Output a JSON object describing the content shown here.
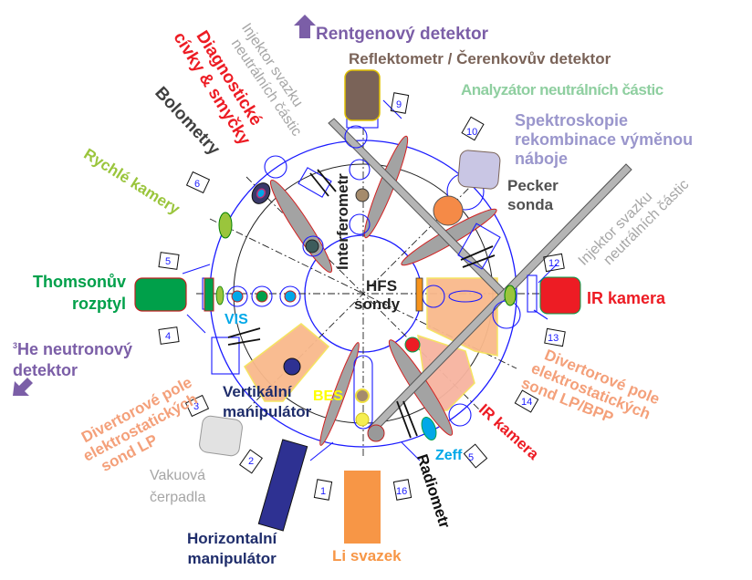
{
  "diagram": {
    "title": "Tokamak port diagnostics layout",
    "labels": {
      "rentgen": "Rentgenový detektor",
      "reflektometr": "Reflektometr / Čerenkovův detektor",
      "analyzator": "Analyzátor neutrálních částic",
      "spektroskopie_1": "Spektroskopie",
      "spektroskopie_2": "rekombinace výměnou",
      "spektroskopie_3": "náboje",
      "pecker_1": "Pecker",
      "pecker_2": "sonda",
      "injektor_top_1": "Injektor svazku",
      "injektor_top_2": "neutrálních částic",
      "injektor_right_1": "Injektor svazku",
      "injektor_right_2": "neutrálních částic",
      "diagnosticke_1": "Diagnostické",
      "diagnosticke_2": "cívky & smyčky",
      "bolometry": "Bolometry",
      "rychle_kamery": "Rychlé kamery",
      "thomson_1": "Thomsonův",
      "thomson_2": "rozptyl",
      "vis": "VIS",
      "he_sup": "3",
      "he_1": "He neutronový",
      "he_2": "detektor",
      "divertor_lp_1": "Divertorové pole",
      "divertor_lp_2": "elektrostatických",
      "divertor_lp_3": "sond LP",
      "vakuova_1": "Vakuová",
      "vakuova_2": "čerpadla",
      "vertikalni_1": "Vertikální",
      "vertikalni_2": "manipulátor",
      "bes": "BES",
      "horizontalni_1": "Horizontalní",
      "horizontalni_2": "manipulátor",
      "li_svazek": "Li svazek",
      "radiometr": "Radiometr",
      "zeff": "Zeff",
      "ir_kamera_right": "IR kamera",
      "ir_kamera_lower": "IR kamera",
      "divertor_bpp_1": "Divertorové pole",
      "divertor_bpp_2": "elektrostatických",
      "divertor_bpp_3": "sond LP/BPP",
      "interferometr": "Interferometr",
      "hfs_1": "HFS",
      "hfs_2": "sondy"
    },
    "ports": [
      "1",
      "2",
      "3",
      "4",
      "5",
      "6",
      "9",
      "10",
      "12",
      "13",
      "14",
      "5",
      "16"
    ],
    "icons": {
      "arrow_up": "arrow-up-icon",
      "arrow_down_left": "arrow-down-left-icon"
    },
    "colors": {
      "purple": "#7b5ea7",
      "brown": "#7a6358",
      "mint": "#8fcfa0",
      "lavender": "#9a96cc",
      "red": "#ed1c24",
      "gray_text": "#a6a6a6",
      "dark_text": "#404040",
      "lime": "#9ac53c",
      "green": "#00a04a",
      "cyan": "#00a8e8",
      "orange": "#f4a07a",
      "orange_box": "#f79646",
      "navy": "#1f2d6b",
      "yellow": "#ffff00",
      "blue_line": "#0000ff"
    }
  }
}
